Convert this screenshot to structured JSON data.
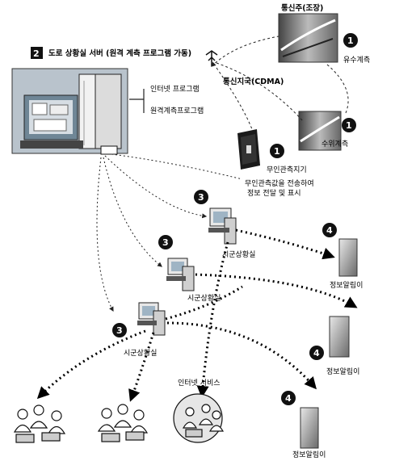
{
  "title": "도로 상황실 서버 (원격 계측 프로그램 가동)",
  "badges": [
    "1",
    "2",
    "3",
    "4"
  ],
  "labels": {
    "sensor_pole": "통신주(조장)",
    "wireless_link": "통신지국(CDMA)",
    "rain_gauge": "유수계측",
    "water_gauge": "수위계측",
    "server_note_1": "인터넷 프로그램",
    "server_note_2": "원격계측프로그램",
    "field_controller": "무인관측지기",
    "flow_note_1": "무인관측값을 전송하여",
    "flow_note_2": "정보 전달 및 표시",
    "branch_1": "시군상황실",
    "branch_2": "시군상황실",
    "branch_3": "시군상황실",
    "display_1": "정보알림이",
    "display_2": "정보알림이",
    "display_3": "정보알림이",
    "internet_service": "인터넷 서비스"
  },
  "colors": {
    "badge": "#111111",
    "line": "#222222",
    "monitor": "#9fb4c4"
  },
  "icons": [
    "server-computer-icon",
    "controller-box-icon",
    "pc-icon",
    "display-board-icon",
    "people-group-icon",
    "photo-icon"
  ]
}
